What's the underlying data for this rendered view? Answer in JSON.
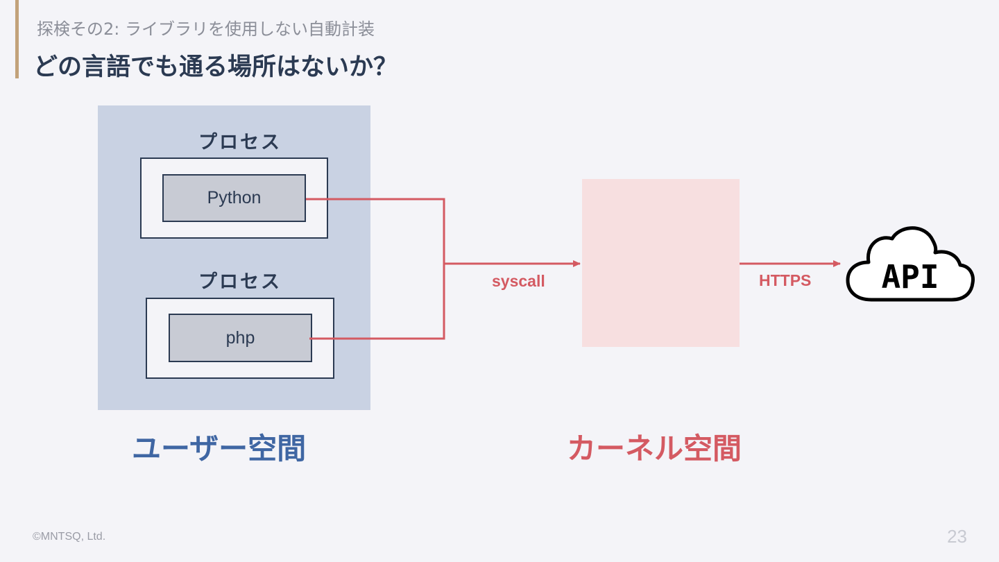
{
  "header": {
    "subtitle": "探検その2: ライブラリを使用しない自動計装",
    "title": "どの言語でも通る場所はないか？"
  },
  "diagram": {
    "process_label_1": "プロセス",
    "process_label_2": "プロセス",
    "lang_1": "Python",
    "lang_2": "php",
    "syscall_label": "syscall",
    "https_label": "HTTPS",
    "api_label": "API",
    "user_space_label": "ユーザー空間",
    "kernel_space_label": "カーネル空間"
  },
  "footer": {
    "copyright": "©MNTSQ, Ltd.",
    "page_number": "23"
  },
  "colors": {
    "accent_bar": "#c2a27a",
    "user_space_fill": "#c9d2e3",
    "user_space_text": "#3f66a3",
    "kernel_fill": "#f7dfe0",
    "kernel_text": "#d45a62",
    "arrow": "#d45a62",
    "dark": "#2b3a52"
  }
}
